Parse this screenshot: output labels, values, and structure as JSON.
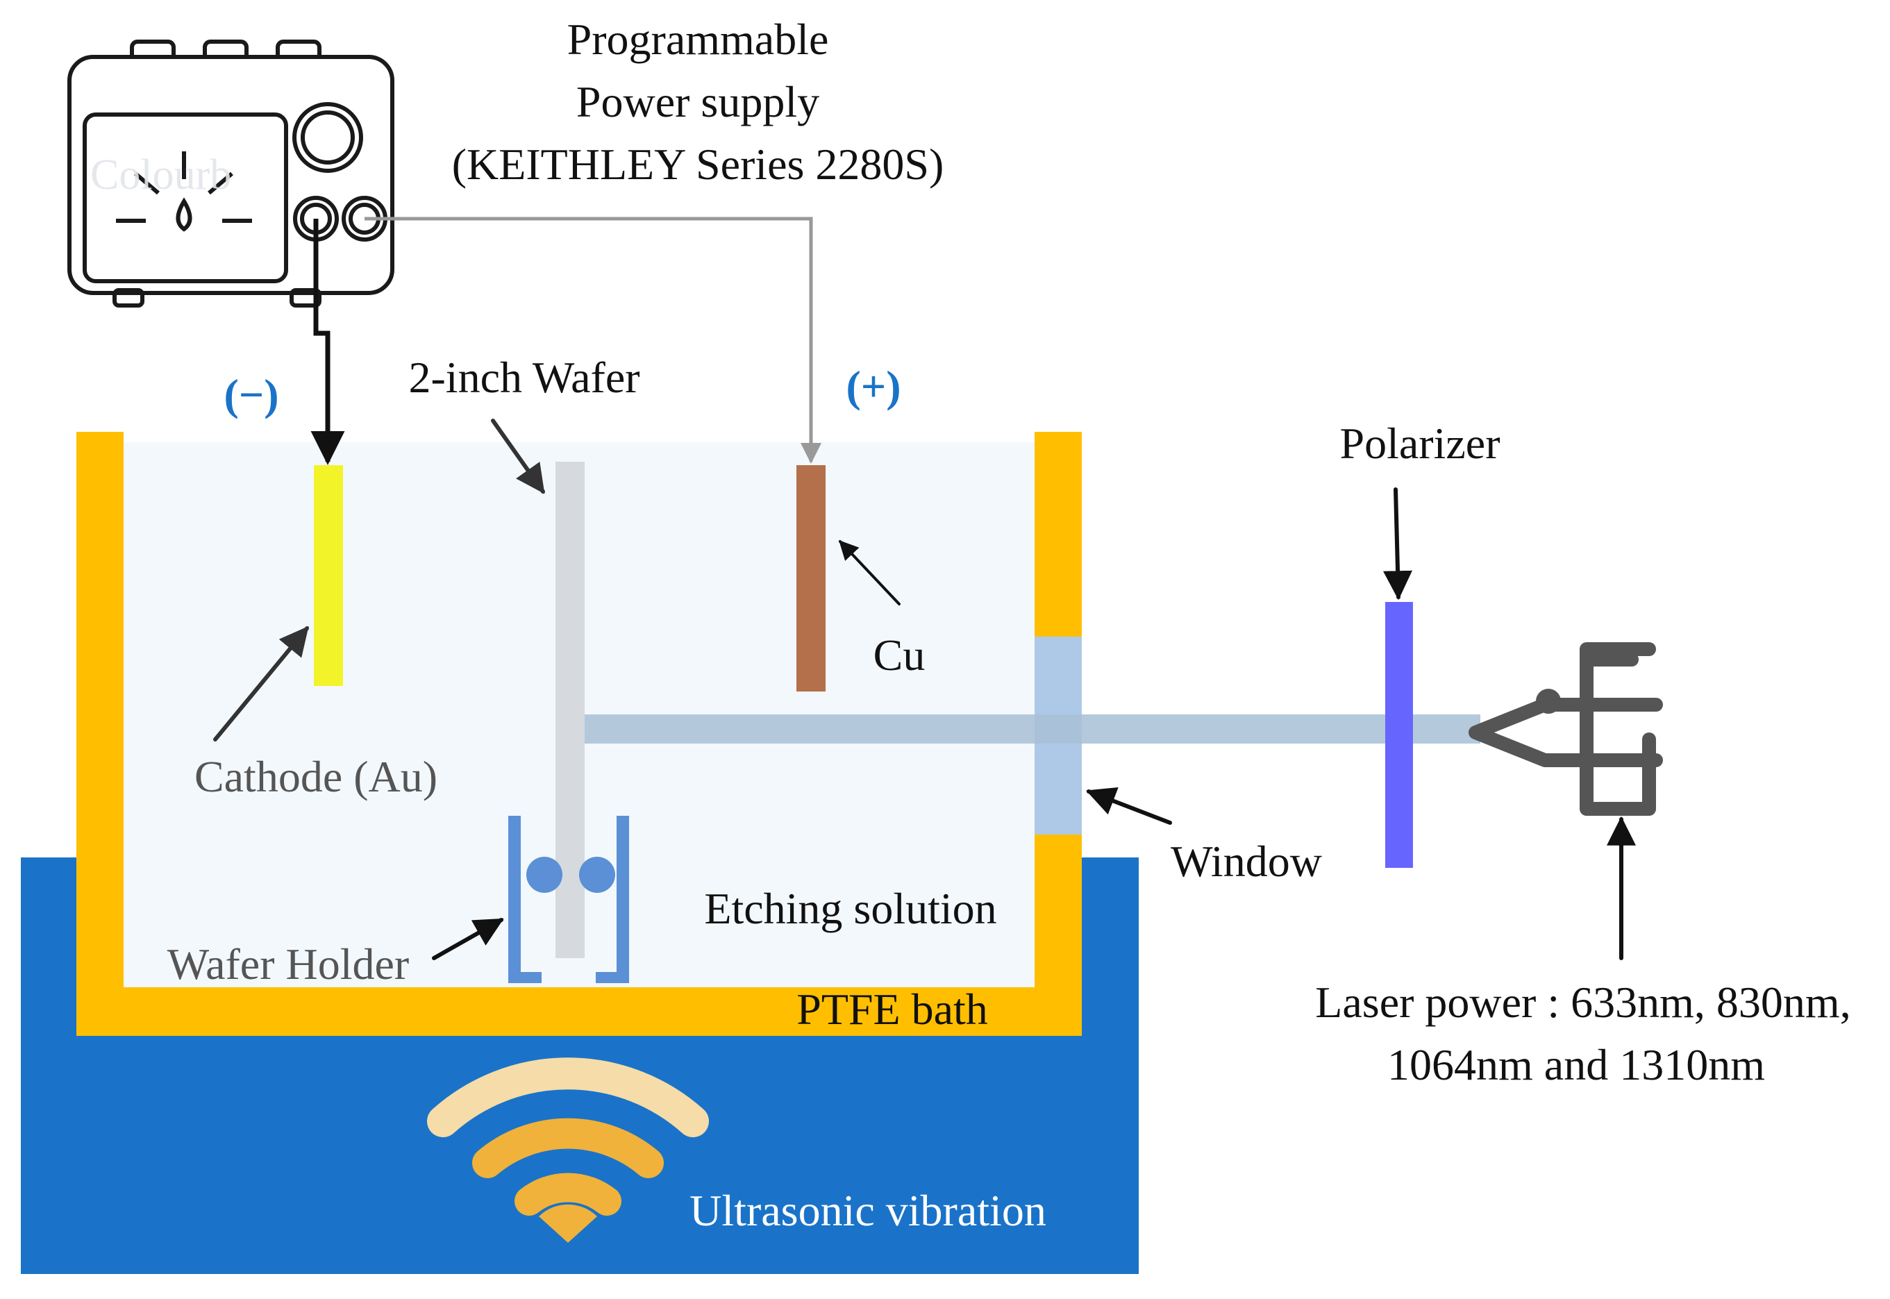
{
  "labels": {
    "power_supply_line1": "Programmable",
    "power_supply_line2": "Power supply",
    "power_supply_line3": "(KEITHLEY Series 2280S)",
    "negative": "(−)",
    "positive": "(+)",
    "wafer": "2-inch Wafer",
    "cathode": "Cathode (Au)",
    "copper": "Cu",
    "wafer_holder": "Wafer Holder",
    "etching_solution": "Etching solution",
    "ptfe_bath": "PTFE bath",
    "ultrasonic": "Ultrasonic vibration",
    "window": "Window",
    "polarizer": "Polarizer",
    "laser_line1": "Laser power : 633nm, 830nm,",
    "laser_line2": "1064nm and 1310nm",
    "watermark": "Colourb"
  },
  "icons": {
    "power_supply": "power-supply-icon",
    "ultrasonic": "wifi-waves-icon",
    "laser": "laser-head-icon"
  },
  "colors": {
    "ultrasonic_bath": "#1a73c8",
    "ptfe_wall": "#ffbf00",
    "etching_solution": "#f3f8fc",
    "cathode": "#f3f32a",
    "copper": "#b3704a",
    "wafer": "#d6dade",
    "wafer_holder": "#5b8fd6",
    "window": "#aec8e8",
    "laser_beam": "#a8c0d6",
    "polarizer": "#6666ff",
    "polarity_label": "#1a73c8",
    "wave_light": "#f5dca8",
    "wave_dark": "#f0b23a"
  }
}
